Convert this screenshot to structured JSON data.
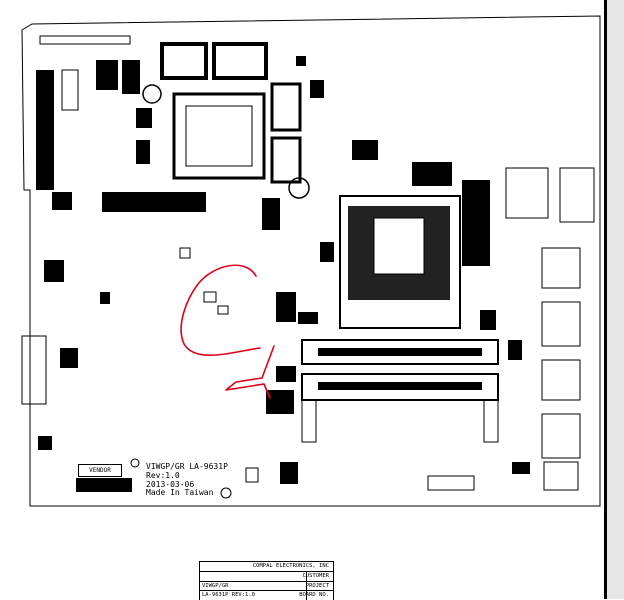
{
  "board": {
    "model": "VIWGP/GR LA-9631P",
    "revision": "Rev:1.0",
    "date": "2013-03-06",
    "origin": "Made In Taiwan",
    "vendor_label": "VENDOR"
  },
  "title_block": {
    "company": "COMPAL ELECTRONICS, INC",
    "customer": "CUSTOMER",
    "project_label": "PROJECT",
    "project_value": "VIWGP/GR",
    "board_no_label": "BOARD NO.",
    "board_no_value": "LA-9631P REV:1.0"
  },
  "annotation": {
    "stroke_color": "#e0001a",
    "ink_color": "#000000"
  }
}
